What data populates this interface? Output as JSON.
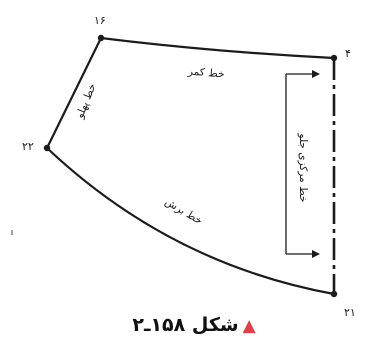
{
  "points": {
    "p16": "۱۶",
    "p4": "۴",
    "p22": "۲۲",
    "p21": "۲۱"
  },
  "labels": {
    "waist_line": "خط کمر",
    "hip_curve": "خط پهلو",
    "cut_line": "خط برش",
    "center_front": "خط مرکزی جلو"
  },
  "caption": {
    "prefix": "شکل",
    "number": "۱۵۸ـ۲"
  },
  "colors": {
    "line": "#1b1b1b",
    "caption_marker": "#e0404a"
  }
}
